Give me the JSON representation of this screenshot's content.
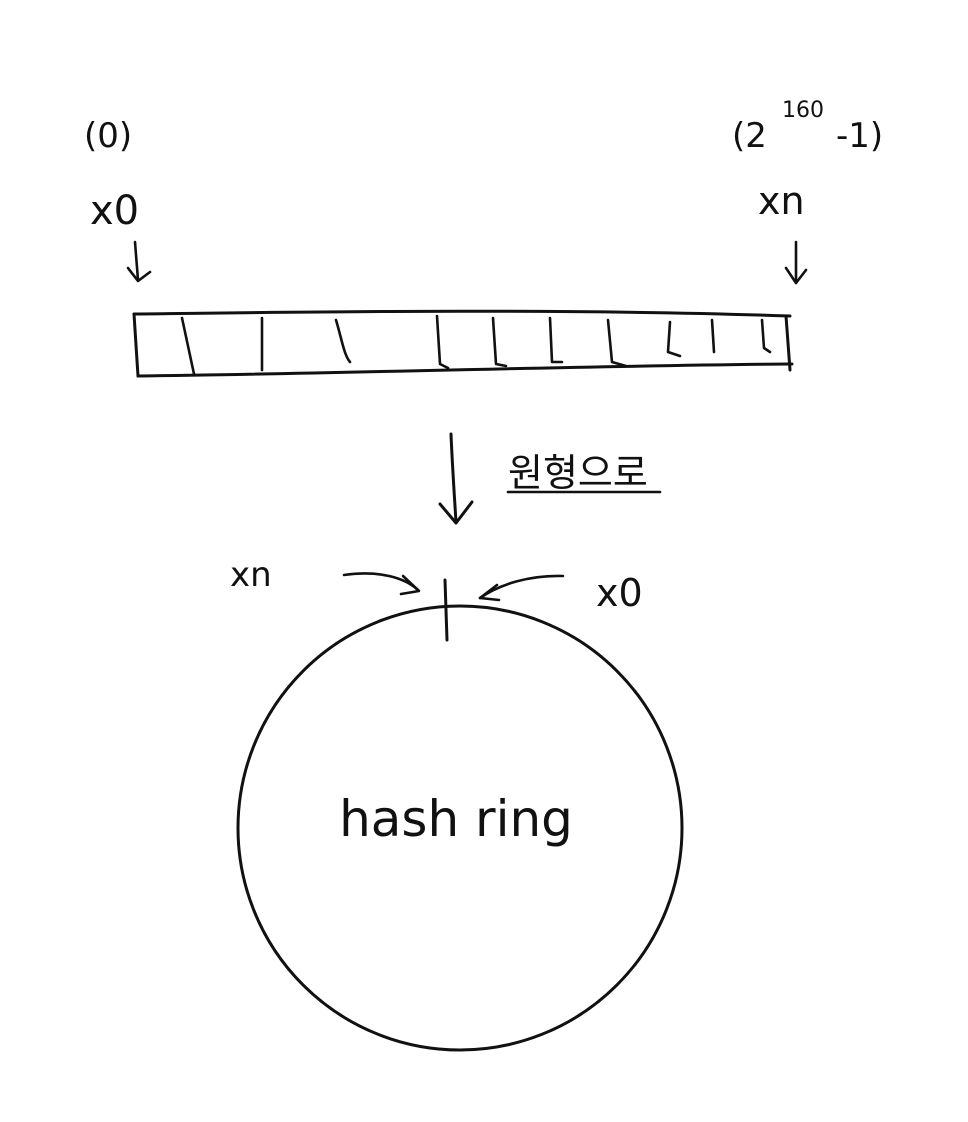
{
  "top": {
    "start_index": "(0)",
    "end_index_base": "(2",
    "end_index_exp": "160",
    "end_index_tail": "-1)",
    "start_label": "x0",
    "end_label": "xn"
  },
  "transition_label": "원형으로",
  "ring": {
    "center_label": "hash ring",
    "left_label": "xn",
    "right_label": "x0"
  },
  "colors": {
    "ink": "#111111",
    "background": "#ffffff"
  }
}
